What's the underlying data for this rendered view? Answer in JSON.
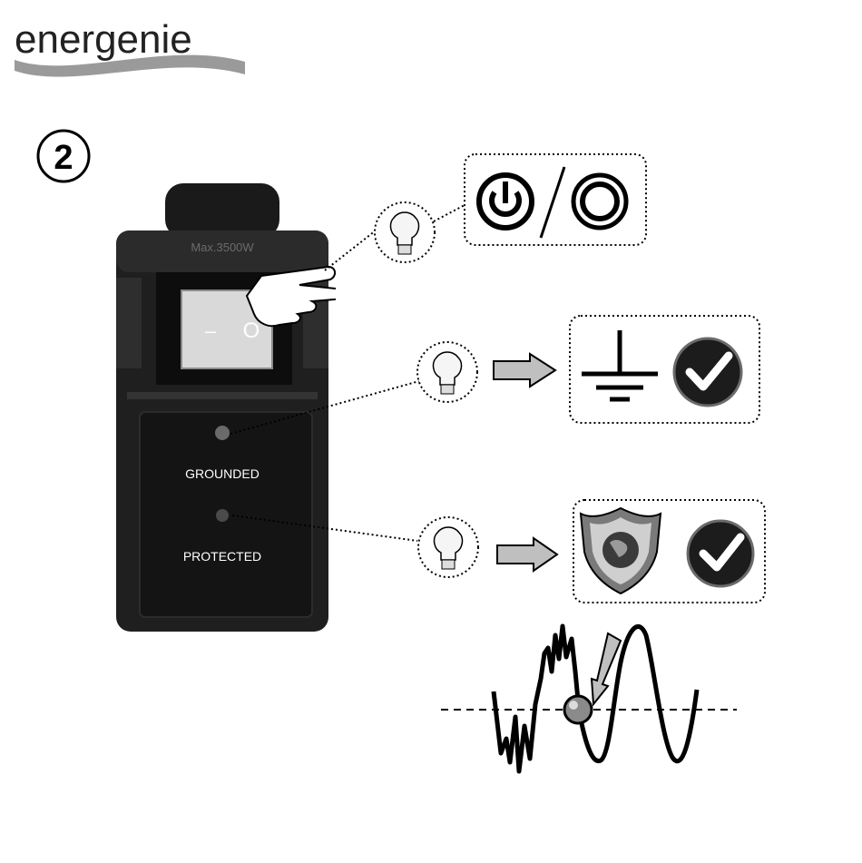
{
  "brand": {
    "logo_text": "energenie"
  },
  "step": {
    "number": "2"
  },
  "device": {
    "rating_label": "Max.3500W",
    "switch_off_symbol": "–",
    "switch_on_symbol": "O",
    "grounded_label": "GROUNDED",
    "protected_label": "PROTECTED"
  },
  "callouts": [
    {
      "icon": "power-on-off-icon",
      "indicator": "lightbulb-icon"
    },
    {
      "icon": "ground-symbol-icon",
      "status": "check-mark-icon",
      "indicator": "lightbulb-icon"
    },
    {
      "icon": "globe-shield-icon",
      "status": "check-mark-icon",
      "indicator": "lightbulb-icon"
    }
  ],
  "surge_diagram": {
    "icon": "surge-waveform-icon"
  },
  "colors": {
    "ink": "#000000",
    "device_body": "#1a1a1a",
    "switch": "#d9d9d9"
  }
}
